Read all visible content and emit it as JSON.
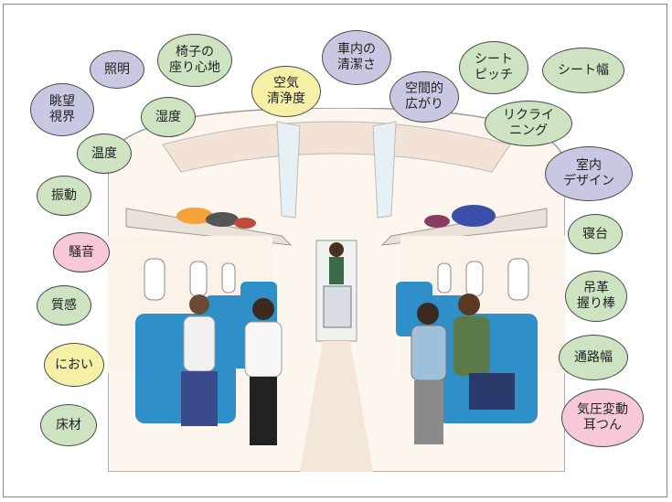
{
  "colors": {
    "green_bubble": "#cde3c1",
    "purple_bubble": "#c9c8e3",
    "yellow_bubble": "#f6f0a6",
    "pink_bubble": "#f6c8da",
    "seat_blue": "#2f8fc8",
    "floor": "#f4e6d8"
  },
  "labels": {
    "chobo_shikai": "眺望\n視界",
    "shomei": "照明",
    "isu_no_suwarigokochi": "椅子の\n座り心地",
    "shanai_seiketsusa": "車内の\n清潔さ",
    "seat_pitch": "シート\nピッチ",
    "seat_haba": "シート幅",
    "kuuki_seijodo": "空気\n清浄度",
    "kukanteki_hirogari": "空間的\n広がり",
    "shitsudo": "湿度",
    "reclining": "リクライ\nニング",
    "ondo": "温度",
    "shitsunai_design": "室内\nデザイン",
    "shindo": "振動",
    "shindai": "寝台",
    "soon": "騒音",
    "tsurikawa": "吊革\n握り棒",
    "shitsukan": "質感",
    "nioi": "におい",
    "tsurohaba": "通路幅",
    "yukazai": "床材",
    "kiatsu_hendo": "気圧変動\n耳つん"
  }
}
